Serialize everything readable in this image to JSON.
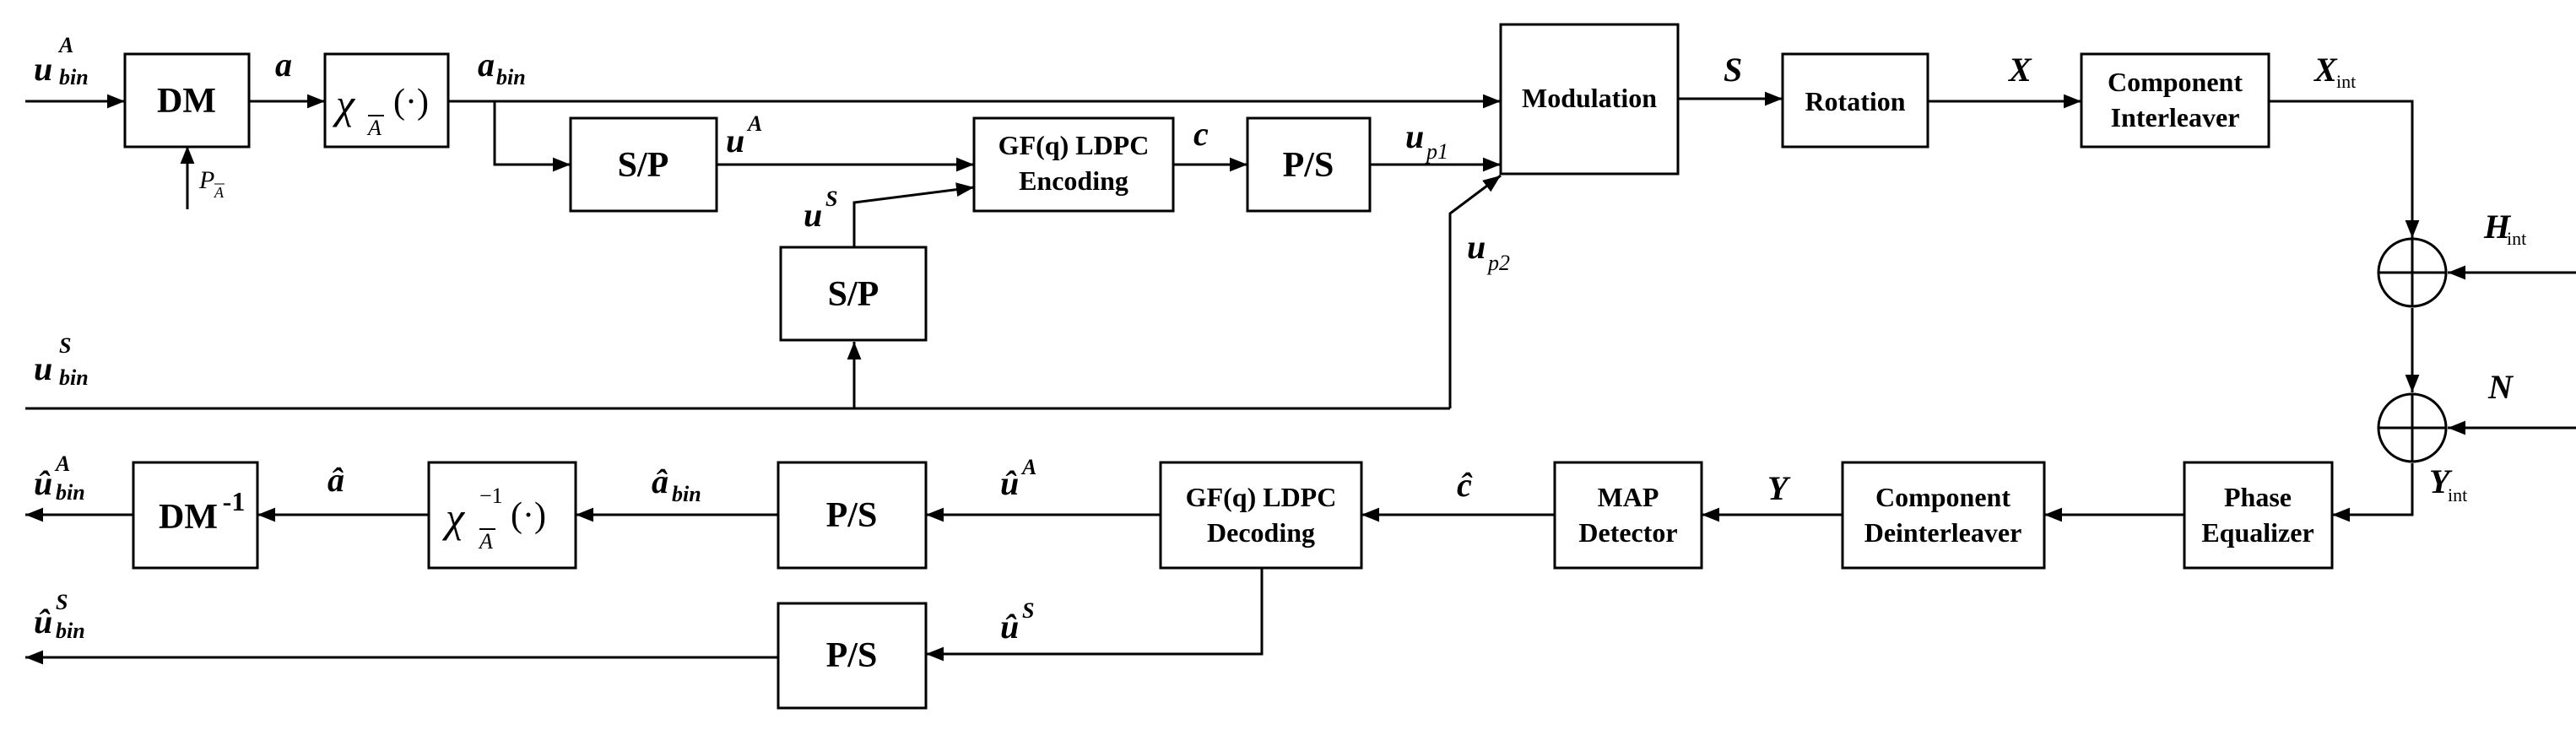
{
  "blocks": {
    "dm": "DM",
    "chi": "χ",
    "chi_arg": "(·)",
    "sp_top": "S/P",
    "ldpc_enc_l1": "GF(q) LDPC",
    "ldpc_enc_l2": "Encoding",
    "ps_top": "P/S",
    "modulation": "Modulation",
    "rotation": "Rotation",
    "comp_int_l1": "Component",
    "comp_int_l2": "Interleaver",
    "sp_mid": "S/P",
    "phase_eq_l1": "Phase",
    "phase_eq_l2": "Equalizer",
    "comp_deint_l1": "Component",
    "comp_deint_l2": "Deinterleaver",
    "map_l1": "MAP",
    "map_l2": "Detector",
    "ldpc_dec_l1": "GF(q) LDPC",
    "ldpc_dec_l2": "Decoding",
    "ps_bot1": "P/S",
    "chi_inv": "χ",
    "chi_inv_sup": "−1",
    "chi_inv_arg": "(·)",
    "ps_bot2": "P/S",
    "dm_inv": "DM",
    "dm_inv_sup": "-1"
  },
  "signals": {
    "u_bin_A": "u",
    "u_bin_A_sup": "A",
    "u_bin_A_sub": "bin",
    "a": "a",
    "a_bin": "a",
    "a_bin_sub": "bin",
    "P_A": "P",
    "u_A": "u",
    "u_A_sup": "A",
    "u_S": "u",
    "u_S_sup": "S",
    "c": "c",
    "u_p1": "u",
    "u_p1_sub": "p1",
    "u_p2": "u",
    "u_p2_sub": "p2",
    "S": "S",
    "X": "X",
    "X_int": "X",
    "X_int_sub": "int",
    "H_int": "H",
    "H_int_sub": "int",
    "N": "N",
    "Y_int": "Y",
    "Y_int_sub": "int",
    "Y": "Y",
    "c_hat": "ĉ",
    "u_hat_A": "û",
    "u_hat_A_sup": "A",
    "u_hat_S": "û",
    "u_hat_S_sup": "S",
    "a_hat_bin": "â",
    "a_hat_bin_sub": "bin",
    "a_hat": "â",
    "u_bin_S": "u",
    "u_bin_S_sup": "S",
    "u_bin_S_sub": "bin",
    "u_hat_bin_A": "û",
    "u_hat_bin_A_sup": "A",
    "u_hat_bin_A_sub": "bin",
    "u_hat_bin_S": "û",
    "u_hat_bin_S_sup": "S",
    "u_hat_bin_S_sub": "bin"
  }
}
